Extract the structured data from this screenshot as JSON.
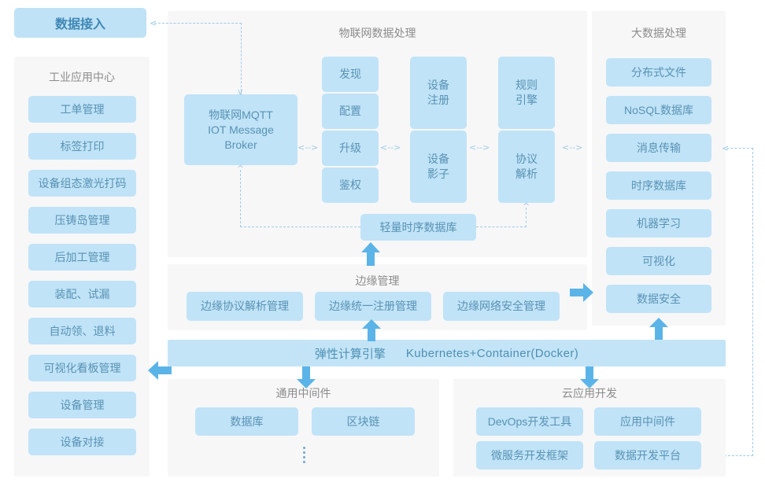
{
  "diagram": {
    "title_badge": "数据接入",
    "arrow_color": "#5bb4e8",
    "dashed_color": "#9ecbe8",
    "card_color": "#c0e3f7",
    "panel_color": "#f7f7f8",
    "text_color": "#5892b5"
  },
  "industrial_app_center": {
    "title": "工业应用中心",
    "items": [
      "工单管理",
      "标签打印",
      "设备组态激光打码",
      "压铸岛管理",
      "后加工管理",
      "装配、试漏",
      "自动领、退料",
      "可视化看板管理",
      "设备管理",
      "设备对接"
    ]
  },
  "iot_data_processing": {
    "title": "物联网数据处理",
    "broker": "物联网MQTT\nIOT Message\nBroker",
    "col_small": [
      "发现",
      "配置",
      "升级",
      "鉴权"
    ],
    "device_register": "设备\n注册",
    "device_shadow": "设备\n影子",
    "rule_engine": "规则\n引擎",
    "protocol_parse": "协议\n解析",
    "lightweight_tsdb": "轻量时序数据库"
  },
  "big_data_processing": {
    "title": "大数据处理",
    "items": [
      "分布式文件",
      "NoSQL数据库",
      "消息传输",
      "时序数据库",
      "机器学习",
      "可视化",
      "数据安全"
    ]
  },
  "edge_management": {
    "title": "边缘管理",
    "items": [
      "边缘协议解析管理",
      "边缘统一注册管理",
      "边缘网络安全管理"
    ]
  },
  "elastic_compute": {
    "label": "弹性计算引擎",
    "tech": "Kubernetes+Container(Docker)"
  },
  "common_middleware": {
    "title": "通用中间件",
    "items": [
      "数据库",
      "区块链"
    ],
    "more_indicator": "⋮"
  },
  "cloud_app_dev": {
    "title": "云应用开发",
    "items": [
      "DevOps开发工具",
      "应用中间件",
      "微服务开发框架",
      "数据开发平台"
    ]
  }
}
